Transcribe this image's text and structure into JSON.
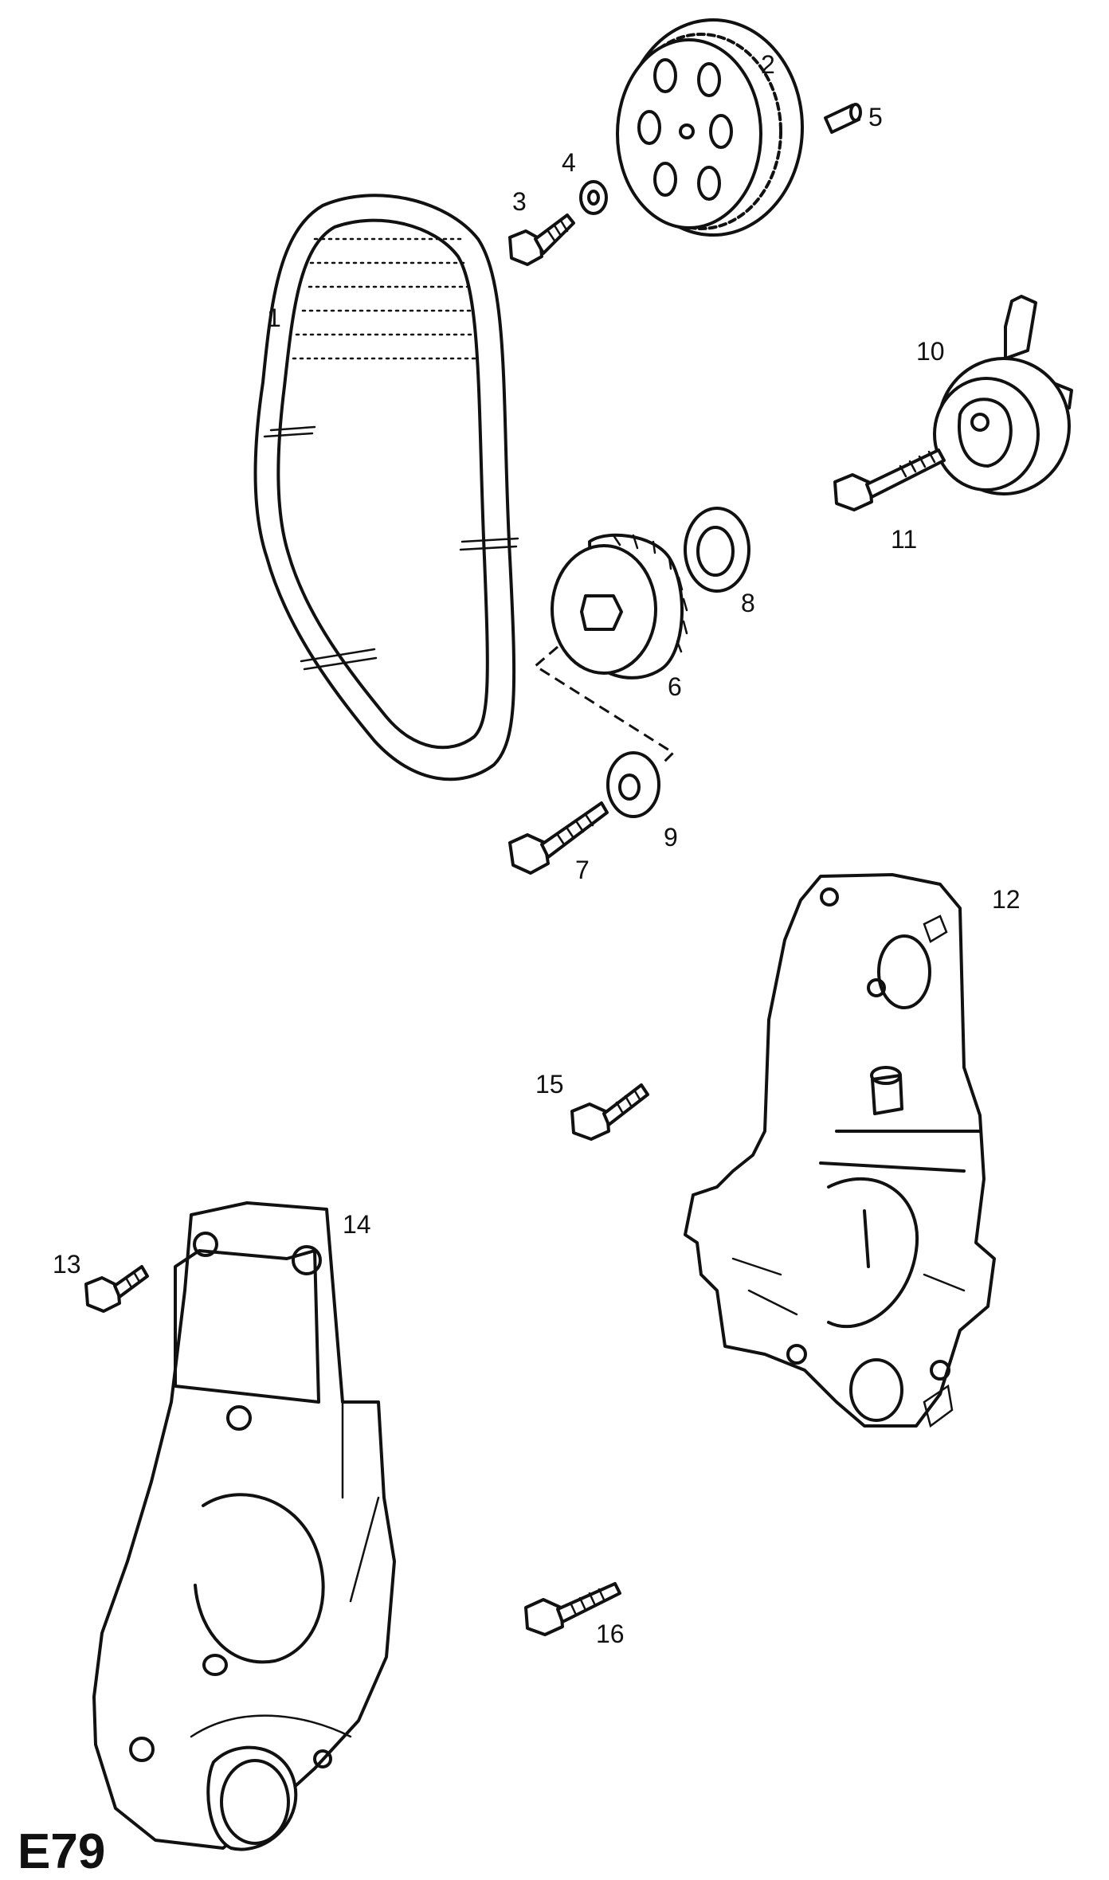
{
  "diagram": {
    "code": "E79",
    "callouts": {
      "p1": "1",
      "p2": "2",
      "p3": "3",
      "p4": "4",
      "p5": "5",
      "p6": "6",
      "p7": "7",
      "p8": "8",
      "p9": "9",
      "p10": "10",
      "p11": "11",
      "p12": "12",
      "p13": "13",
      "p14": "14",
      "p15": "15",
      "p16": "16"
    },
    "colors": {
      "ink": "#111111",
      "paper": "#ffffff"
    }
  }
}
